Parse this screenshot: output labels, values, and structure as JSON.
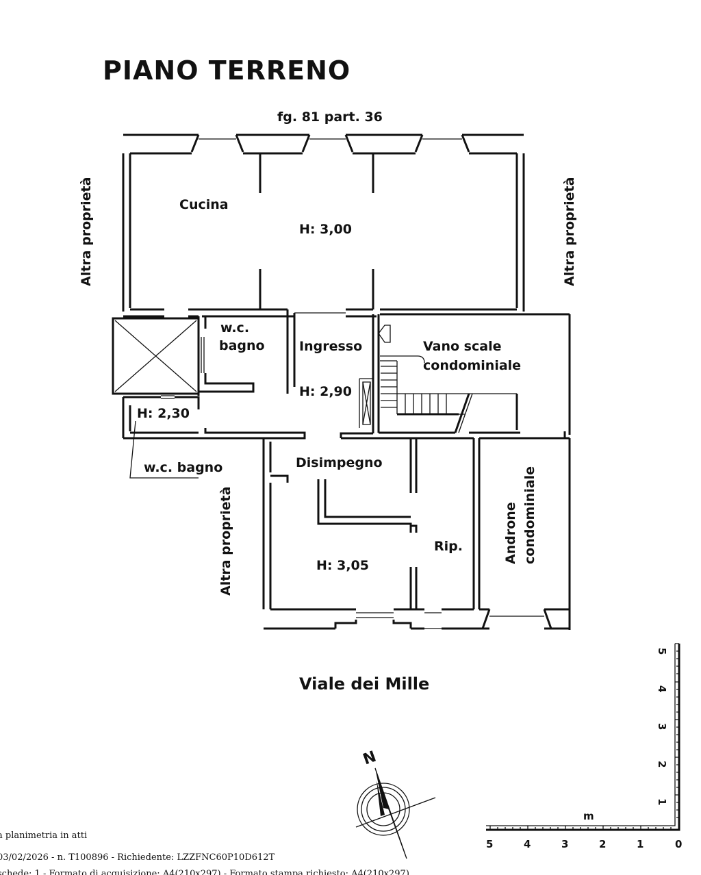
{
  "title": "PIANO TERRENO",
  "parcel": "fg. 81 part. 36",
  "rooms": {
    "cucina": "Cucina",
    "height_top": "H: 3,00",
    "wc_bagno_upper_1": "w.c.",
    "wc_bagno_upper_2": "bagno",
    "ingresso": "Ingresso",
    "vano_scale_1": "Vano scale",
    "vano_scale_2": "condominiale",
    "height_ingresso": "H: 2,90",
    "height_wc": "H: 2,30",
    "wc_bagno_lower": "w.c. bagno",
    "disimpegno": "Disimpegno",
    "rip": "Rip.",
    "height_bottom": "H: 3,05",
    "androne_1": "Androne",
    "androne_2": "condominiale"
  },
  "neighbours": {
    "left_top": "Altra proprietà",
    "right_top": "Altra proprietà",
    "left_bottom": "Altra proprietà"
  },
  "street": "Viale dei Mille",
  "compass": {
    "north": "N"
  },
  "scale": {
    "unit": "m",
    "horizontal_ticks": [
      "5",
      "4",
      "3",
      "2",
      "1",
      "0"
    ],
    "vertical_ticks": [
      "5",
      "4",
      "3",
      "2",
      "1"
    ]
  },
  "footer": {
    "line1": "a planimetria in atti",
    "line2": "03/02/2026 - n. T100896 - Richiedente: LZZFNC60P10D612T",
    "line3": "schede: 1 - Formato di acquisizione: A4(210x297) - Formato stampa richiesto: A4(210x297)"
  }
}
